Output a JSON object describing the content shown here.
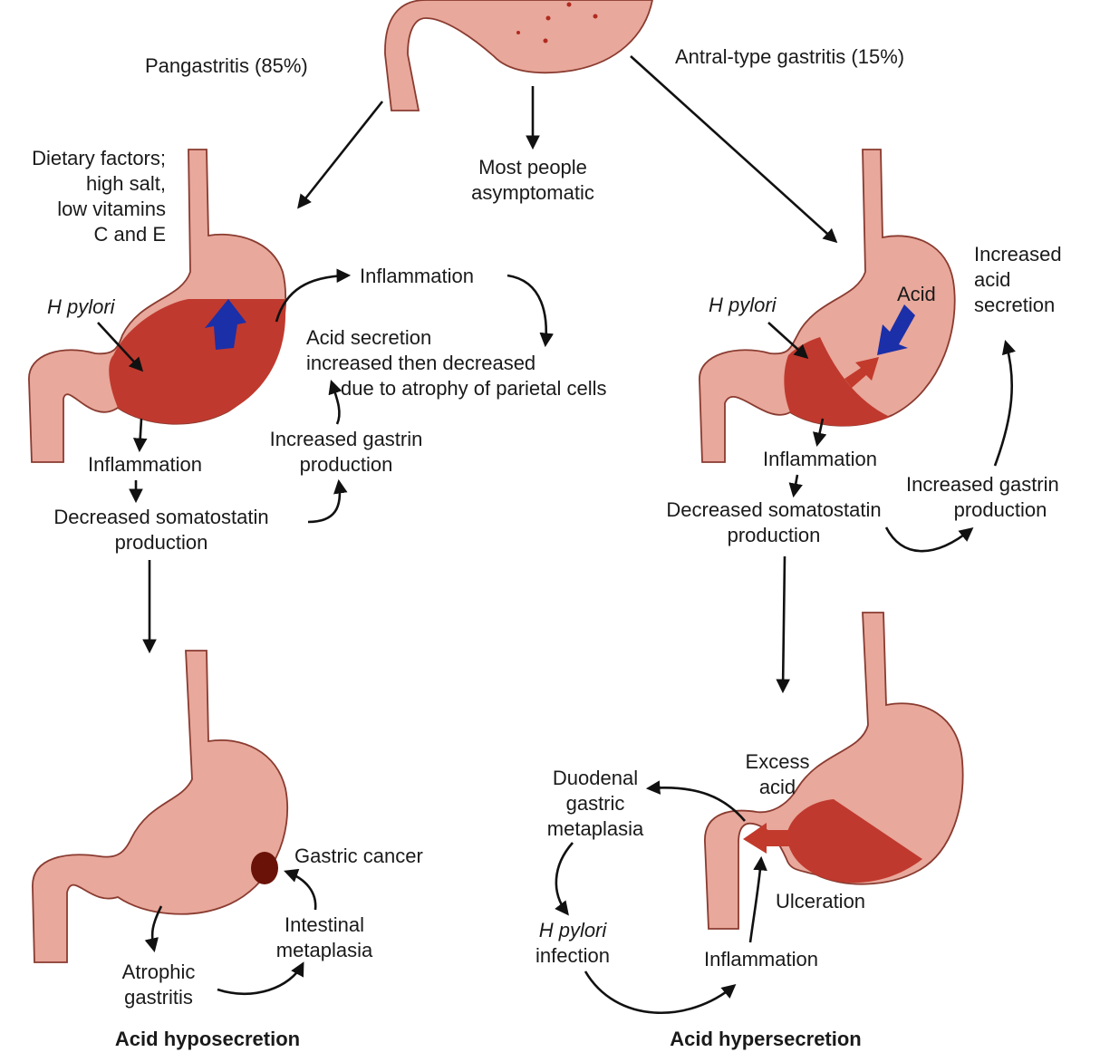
{
  "top": {
    "left_branch": "Pangastritis (85%)",
    "right_branch": "Antral-type gastritis (15%)",
    "middle": [
      "Most people",
      "asymptomatic"
    ]
  },
  "left_panel": {
    "dietary": [
      "Dietary factors;",
      "high salt,",
      "low vitamins",
      "C and E"
    ],
    "h_pylori": "H pylori",
    "inflammation_top": "Inflammation",
    "acid_secretion": [
      "Acid secretion",
      "increased then decreased",
      "due to atrophy of parietal cells"
    ],
    "increased_gastrin": [
      "Increased gastrin",
      "production"
    ],
    "inflammation": "Inflammation",
    "decreased_somatostatin": [
      "Decreased somatostatin",
      "production"
    ]
  },
  "right_panel": {
    "h_pylori": "H pylori",
    "acid": "Acid",
    "increased_acid": [
      "Increased",
      "acid",
      "secretion"
    ],
    "inflammation": "Inflammation",
    "decreased_somatostatin": [
      "Decreased somatostatin",
      "production"
    ],
    "increased_gastrin": [
      "Increased gastrin",
      "production"
    ]
  },
  "bottom_left": {
    "gastric_cancer": "Gastric cancer",
    "intestinal_metaplasia": [
      "Intestinal",
      "metaplasia"
    ],
    "atrophic_gastritis": [
      "Atrophic",
      "gastritis"
    ],
    "caption": "Acid hyposecretion"
  },
  "bottom_right": {
    "excess_acid": [
      "Excess",
      "acid"
    ],
    "duodenal": [
      "Duodenal",
      "gastric",
      "metaplasia"
    ],
    "h_pylori_italic": "H pylori",
    "infection": "infection",
    "ulceration": "Ulceration",
    "inflammation": "Inflammation",
    "caption": "Acid hypersecretion"
  },
  "colors": {
    "organ_fill": "#e8a89b",
    "organ_stroke": "#8a3b30",
    "inflamed": "#c0392e",
    "blue_arrow": "#1b2fa8",
    "red_arrow": "#c23a2c",
    "cancer_spot": "#6b1208"
  }
}
